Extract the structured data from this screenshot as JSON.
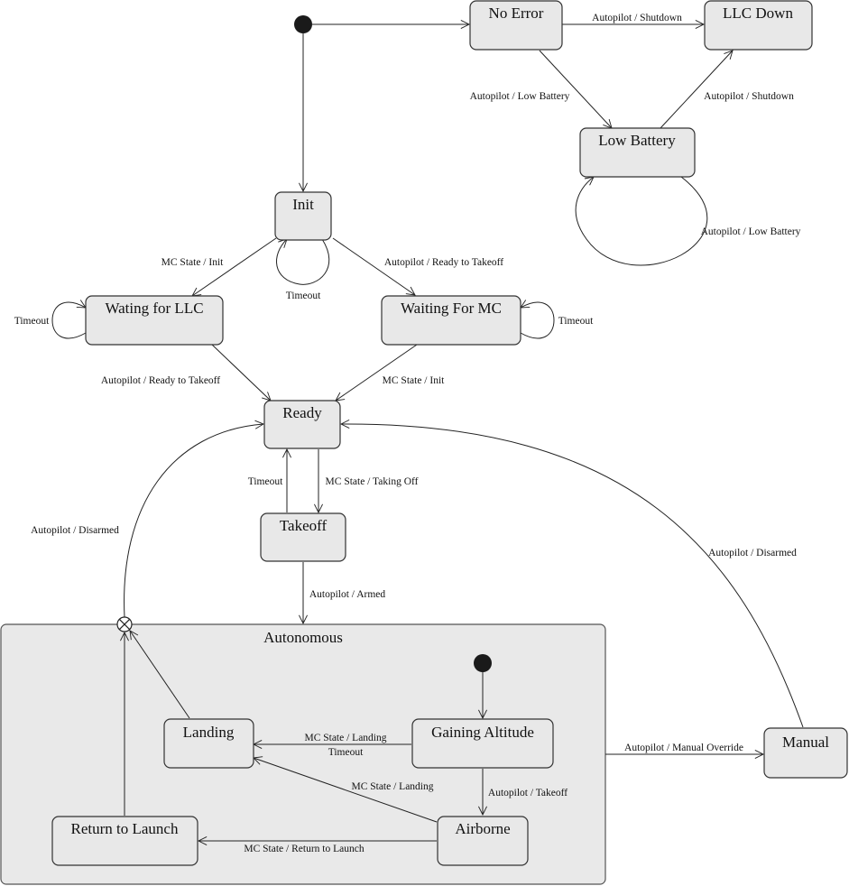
{
  "states": {
    "no_error": "No Error",
    "llc_down": "LLC Down",
    "low_battery": "Low Battery",
    "init": "Init",
    "waiting_llc": "Wating for LLC",
    "waiting_mc": "Waiting For MC",
    "ready": "Ready",
    "takeoff": "Takeoff",
    "autonomous": "Autonomous",
    "landing": "Landing",
    "gaining_altitude": "Gaining Altitude",
    "return_to_launch": "Return to Launch",
    "airborne": "Airborne",
    "manual": "Manual"
  },
  "transitions": {
    "noerror_llcdown": "Autopilot / Shutdown",
    "noerror_lowbattery": "Autopilot / Low Battery",
    "lowbattery_llcdown": "Autopilot / Shutdown",
    "lowbattery_self": "Autopilot / Low Battery",
    "init_waitllc": "MC State / Init",
    "init_self": "Timeout",
    "init_waitmc": "Autopilot / Ready to Takeoff",
    "waitllc_self": "Timeout",
    "waitmc_self": "Timeout",
    "waitllc_ready": "Autopilot / Ready to Takeoff",
    "waitmc_ready": "MC State / Init",
    "takeoff_ready": "Timeout",
    "ready_takeoff": "MC State / Taking Off",
    "takeoff_autonomous": "Autopilot / Armed",
    "exit_ready": "Autopilot / Disarmed",
    "manual_ready": "Autopilot / Disarmed",
    "autonomous_manual": "Autopilot / Manual Override",
    "gaining_landing_1": "MC State / Landing",
    "gaining_landing_2": "Timeout",
    "airborne_landing": "MC State / Landing",
    "gaining_airborne": "Autopilot / Takeoff",
    "airborne_rtl": "MC State / Return to Launch"
  }
}
